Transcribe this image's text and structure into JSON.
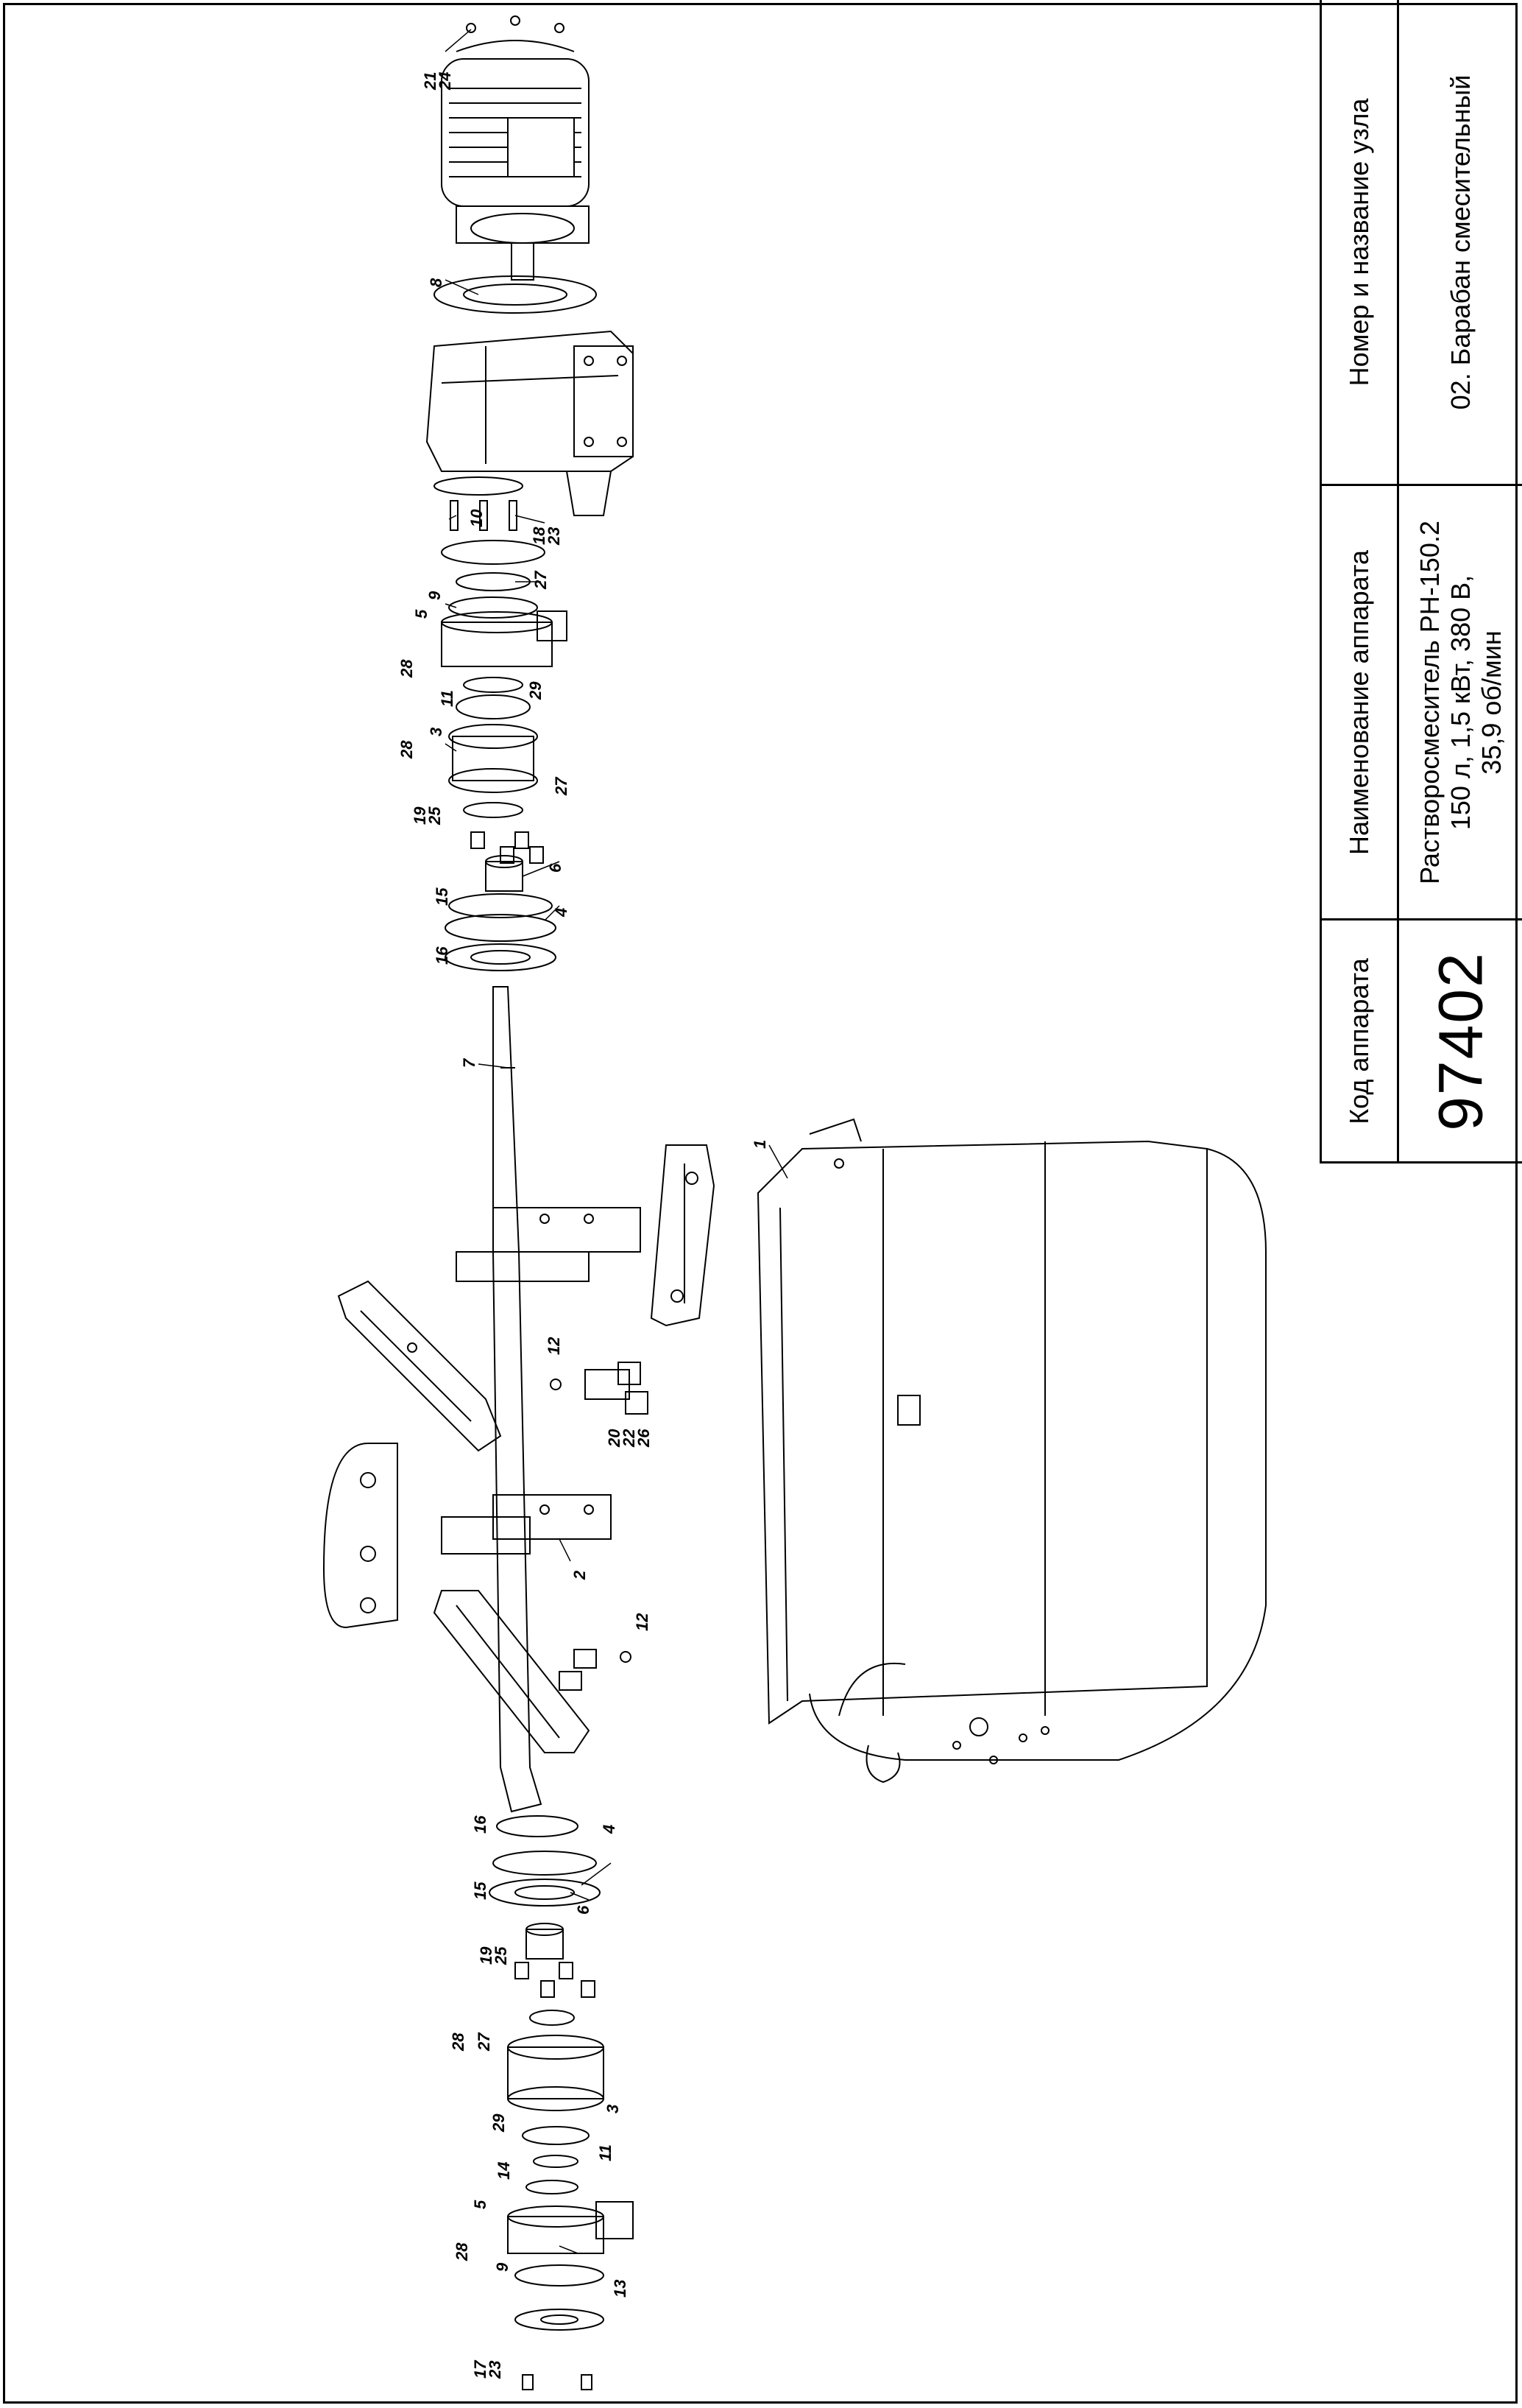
{
  "title_block": {
    "code_header": "Код аппарата",
    "code_value": "97402",
    "name_header": "Наименование аппарата",
    "name_lines": [
      "Растворосмеситель РН-150.2",
      "150 л, 1,5 кВт, 380 В,",
      "35,9 об/мин"
    ],
    "node_header": "Номер и название узла",
    "node_value": "02. Барабан смесительный"
  },
  "callouts": [
    "21",
    "24",
    "8",
    "10",
    "18",
    "23",
    "27",
    "9",
    "5",
    "28",
    "29",
    "11",
    "3",
    "28",
    "27",
    "19",
    "25",
    "6",
    "15",
    "4",
    "16",
    "7",
    "1",
    "12",
    "20",
    "22",
    "26",
    "2",
    "12",
    "16",
    "4",
    "15",
    "6",
    "19",
    "25",
    "28",
    "27",
    "3",
    "29",
    "11",
    "14",
    "5",
    "28",
    "9",
    "13",
    "17",
    "23"
  ],
  "icons": [
    "motor-icon",
    "gearbox-icon",
    "shaft-icon",
    "drum-icon",
    "blade-icon",
    "bearing-housing-icon",
    "flange-icon"
  ]
}
